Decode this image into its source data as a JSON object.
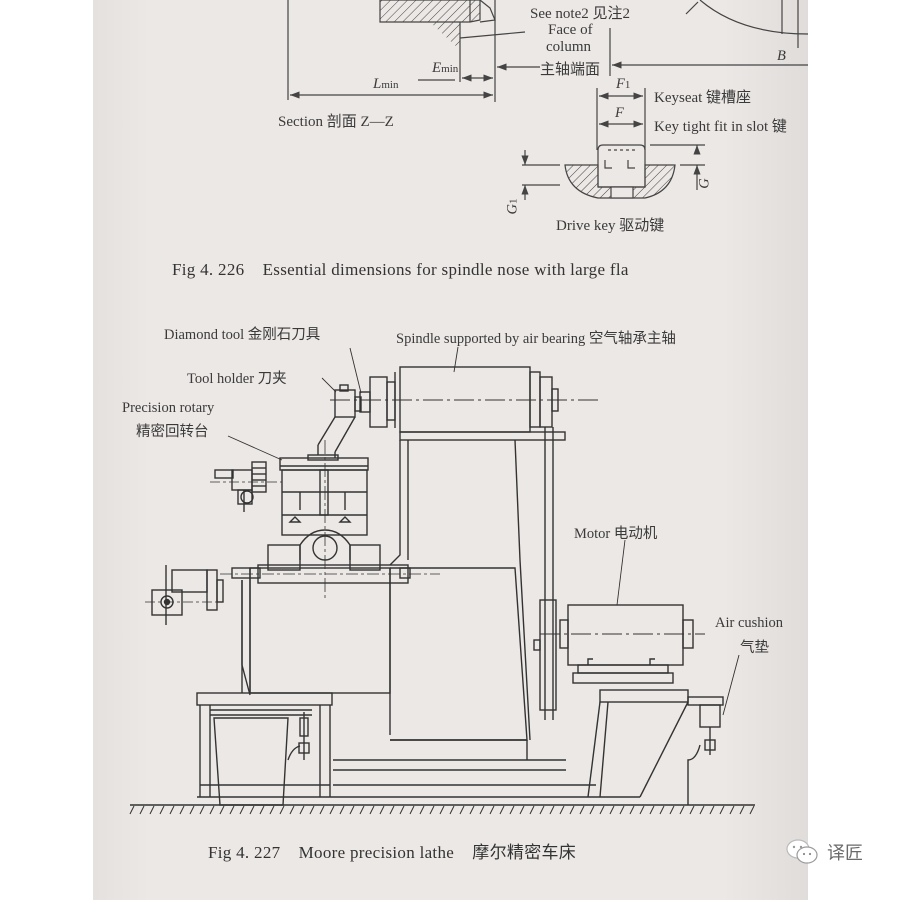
{
  "fig226": {
    "labels": {
      "see_note": "See note2 见注2",
      "face_of_column_1": "Face of",
      "face_of_column_2": "column",
      "spindle_end_face": "主轴端面",
      "e_min": "E",
      "e_min_sub": "min",
      "l_min": "L",
      "l_min_sub": "min",
      "b": "B",
      "f1": "F",
      "f1_sub": "1",
      "f": "F",
      "g": "G",
      "g1": "G",
      "g1_sub": "1",
      "keyseat": "Keyseat 键槽座",
      "key_tight_fit": "Key tight fit in slot 键",
      "section": "Section 剖面 Z—Z",
      "drive_key": "Drive key 驱动键"
    },
    "caption": "Fig 4. 226    Essential dimensions for spindle nose with large fla"
  },
  "fig227": {
    "labels": {
      "diamond_tool": "Diamond tool 金刚石刀具",
      "spindle_air_bearing": "Spindle supported by air bearing 空气轴承主轴",
      "tool_holder": "Tool holder 刀夹",
      "precision_rotary_1": "Precision rotary",
      "precision_rotary_2": "精密回转台",
      "motor": "Motor 电动机",
      "air_cushion_1": "Air cushion",
      "air_cushion_2": "气垫"
    },
    "caption": "Fig 4. 227    Moore precision lathe    摩尔精密车床"
  },
  "watermark": {
    "icon": "wechat-icon",
    "text": "译匠"
  },
  "colors": {
    "paper": "#ece8e6",
    "ink": "#333333",
    "background": "#ffffff"
  }
}
